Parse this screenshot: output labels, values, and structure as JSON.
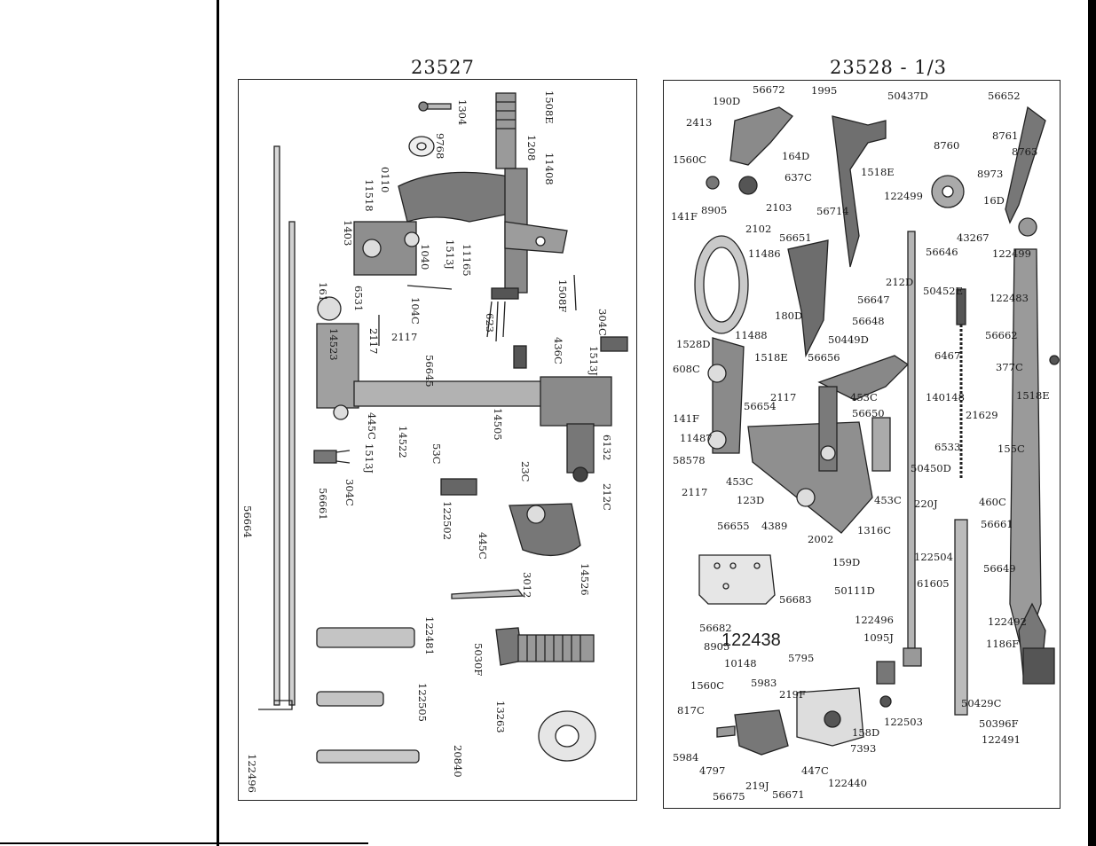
{
  "left_panel": {
    "title": "23527",
    "labels": [
      "1508E",
      "1208",
      "11408",
      "9768",
      "1304",
      "0110",
      "11518",
      "1403",
      "1040",
      "1513J",
      "11165",
      "1508F",
      "2117",
      "104C",
      "623",
      "304C",
      "436C",
      "1513J",
      "161",
      "6531",
      "14523",
      "2117",
      "56645",
      "14505",
      "445C",
      "14522",
      "6132",
      "304C",
      "1513J",
      "53C",
      "23C",
      "122502",
      "212C",
      "445C",
      "14526",
      "3012",
      "56664",
      "56661",
      "122481",
      "5030F",
      "122505",
      "13263",
      "20840",
      "122496"
    ]
  },
  "right_panel": {
    "title": "23528 - 1/3",
    "center_label": "122438",
    "labels": [
      "56672",
      "1995",
      "50437D",
      "56652",
      "190D",
      "2413",
      "164D",
      "8761",
      "8760",
      "8763",
      "1560C",
      "637C",
      "1518E",
      "8973",
      "16D",
      "56714",
      "2103",
      "141F",
      "8905",
      "2102",
      "122499",
      "43267",
      "56651",
      "56646",
      "122499",
      "11486",
      "212D",
      "50452E",
      "56647",
      "122483",
      "180D",
      "56648",
      "56662",
      "1528D",
      "11488",
      "1518E",
      "50449D",
      "56656",
      "6467",
      "377C",
      "608C",
      "2117",
      "453C",
      "140148",
      "1518E",
      "56654",
      "56650",
      "21629",
      "141F",
      "11487",
      "6533",
      "155C",
      "58578",
      "453C",
      "50450D",
      "2117",
      "123D",
      "453C",
      "220J",
      "460C",
      "56655",
      "4389",
      "1316C",
      "2002",
      "56661",
      "159D",
      "122504",
      "56649",
      "56682",
      "50111D",
      "61605",
      "56683",
      "122496",
      "122492",
      "8905",
      "1095J",
      "1186F",
      "10148",
      "5795",
      "1560C",
      "5983",
      "219F",
      "817C",
      "122503",
      "50429C",
      "158D",
      "50396F",
      "7393",
      "5984",
      "122491",
      "4797",
      "447C",
      "219J",
      "122440",
      "56675",
      "56671"
    ]
  },
  "icons": [
    "sewing-machine-part-illustration"
  ]
}
